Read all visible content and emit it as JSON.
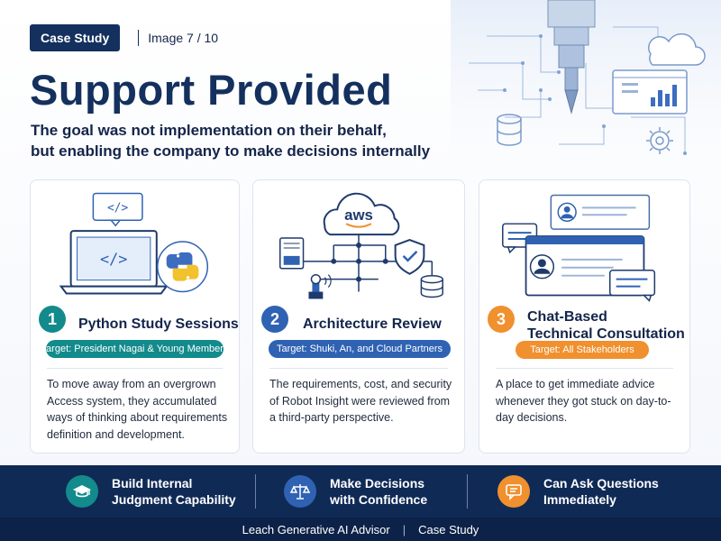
{
  "header": {
    "badge": "Case Study",
    "image_counter": "Image 7 / 10"
  },
  "title": "Support Provided",
  "subtitle": {
    "line1": "The goal was not implementation on their behalf,",
    "line2": "but enabling the company to make decisions internally"
  },
  "cards": [
    {
      "number": "1",
      "title": "Python Study Sessions",
      "target": "Target: President Nagai & Young Members",
      "description": "To move away from an overgrown Access system, they accumulated ways of thinking about requirements definition and development.",
      "accent": "#138a8c",
      "illustration_code_text": "</>",
      "icons": [
        "laptop-icon",
        "python-logo-icon",
        "code-bubble-icon"
      ]
    },
    {
      "number": "2",
      "title": "Architecture Review",
      "target": "Target: Shuki, An, and Cloud Partners",
      "description": "The requirements, cost, and security of Robot Insight were reviewed from a third-party perspective.",
      "accent": "#2f62b3",
      "illustration_cloud_text": "aws",
      "icons": [
        "aws-cloud-icon",
        "shield-check-icon",
        "database-icon",
        "server-icon",
        "robot-arm-icon"
      ]
    },
    {
      "number": "3",
      "title_line1": "Chat-Based",
      "title_line2": "Technical Consultation",
      "target": "Target: All Stakeholders",
      "description": "A place to get immediate advice whenever they got stuck on day-to-day decisions.",
      "accent": "#f0902e",
      "icons": [
        "chat-window-icon",
        "user-avatar-icon",
        "chat-bubble-icon"
      ]
    }
  ],
  "benefits": [
    {
      "line1": "Build Internal",
      "line2": "Judgment Capability",
      "icon": "graduation-cap-icon",
      "color": "#138a8c"
    },
    {
      "line1": "Make Decisions",
      "line2": "with Confidence",
      "icon": "balance-scale-icon",
      "color": "#2f62b3"
    },
    {
      "line1": "Can Ask Questions",
      "line2": "Immediately",
      "icon": "chat-icon",
      "color": "#f0902e"
    }
  ],
  "footer": {
    "brand": "Leach Generative AI Advisor",
    "label": "Case Study"
  },
  "colors": {
    "navy": "#14305e",
    "band": "#102a56",
    "teal": "#138a8c",
    "blue": "#2f62b3",
    "orange": "#f0902e"
  }
}
